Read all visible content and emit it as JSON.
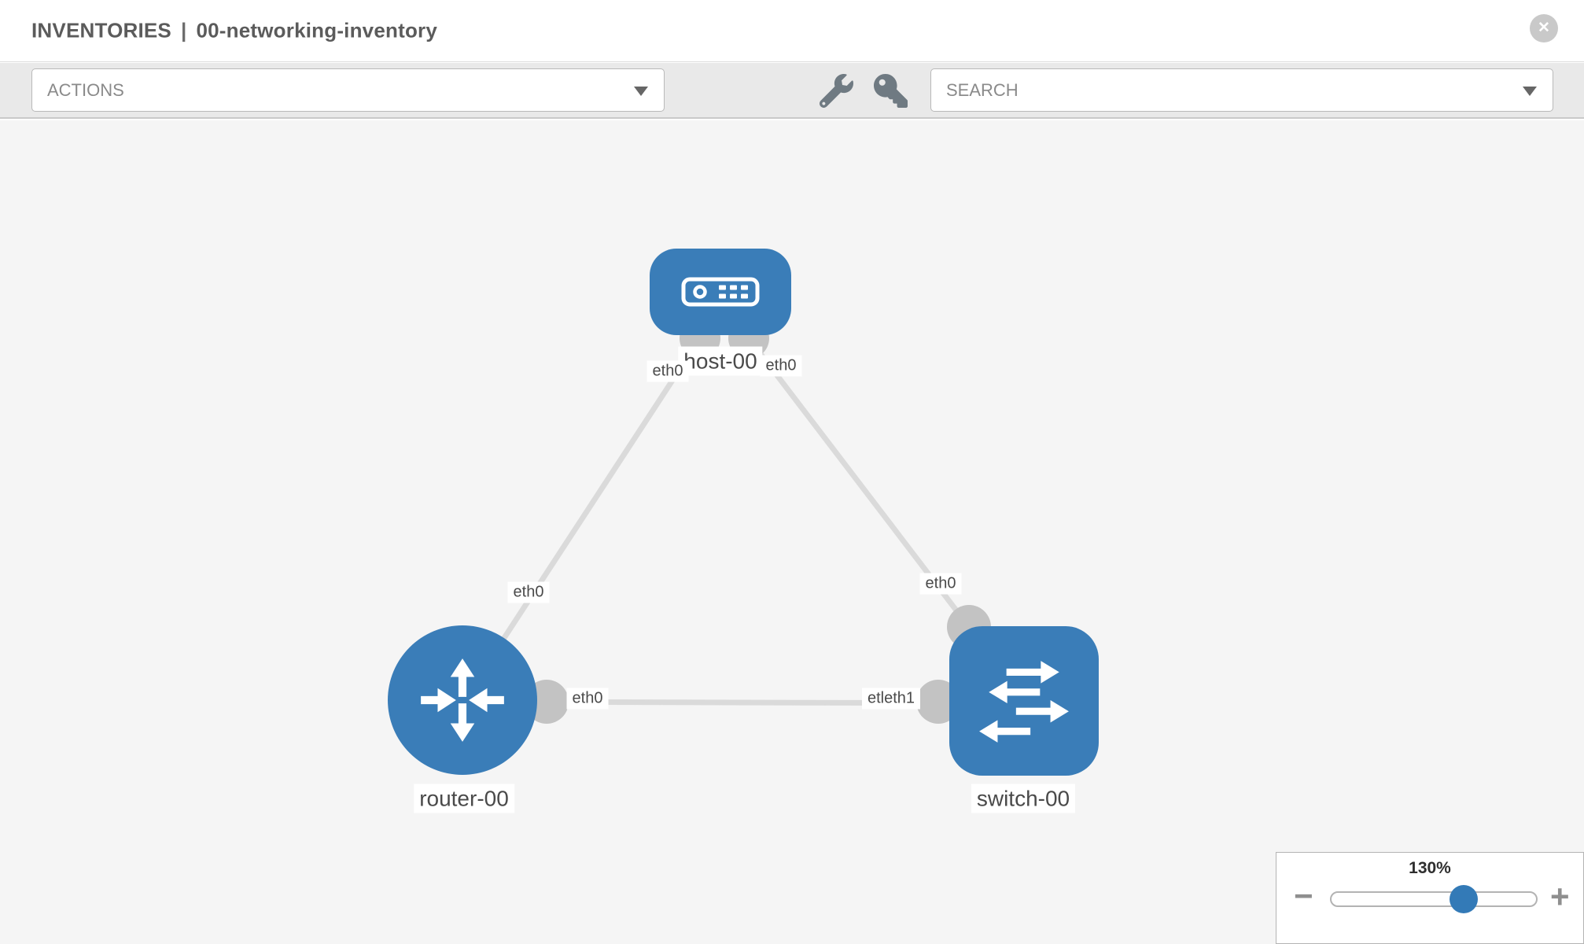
{
  "header": {
    "section": "INVENTORIES",
    "separator": "|",
    "name": "00-networking-inventory"
  },
  "icons": {
    "close": "✕",
    "minus": "−",
    "plus": "+",
    "caret": "▼",
    "wrench": "wrench-icon",
    "key": "key-icon"
  },
  "toolbar": {
    "actions_label": "ACTIONS",
    "search_label": "SEARCH"
  },
  "colors": {
    "node_blue": "#3a7db8",
    "accent_blue": "#337ab7",
    "link_gray": "#dadada",
    "connector_gray": "#c3c3c3",
    "canvas_bg": "#f5f5f5",
    "toolbar_bg": "#e9e9e9"
  },
  "diagram": {
    "nodes": [
      {
        "id": "host-00",
        "type": "host",
        "label": "host-00",
        "icon": "host-icon"
      },
      {
        "id": "router-00",
        "type": "router",
        "label": "router-00",
        "icon": "router-icon"
      },
      {
        "id": "switch-00",
        "type": "switch",
        "label": "switch-00",
        "icon": "switch-icon"
      }
    ],
    "links": [
      {
        "from": "host-00",
        "from_label": "eth0",
        "to": "router-00",
        "to_label": "eth0"
      },
      {
        "from": "host-00",
        "from_label": "eth0",
        "to": "switch-00",
        "to_label": "eth0"
      },
      {
        "from": "router-00",
        "from_label": "eth0",
        "to": "switch-00",
        "to_label": "etleth1"
      }
    ]
  },
  "zoom_control": {
    "level": "130%",
    "percent": 130
  }
}
